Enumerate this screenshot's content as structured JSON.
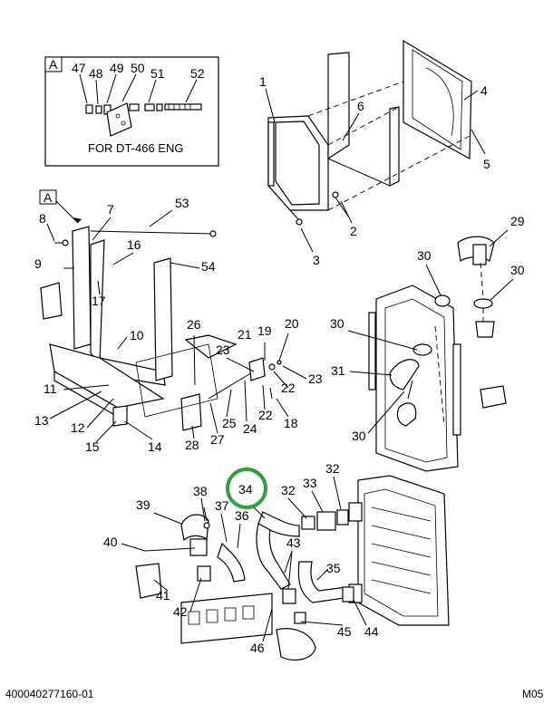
{
  "detail_box": {
    "view_letter": "A",
    "callouts": [
      "47",
      "48",
      "49",
      "50",
      "51",
      "52"
    ],
    "note": "FOR DT-466 ENG"
  },
  "main_view_letter": "A",
  "callouts": {
    "c1": "1",
    "c2": "2",
    "c3": "3",
    "c4": "4",
    "c5": "5",
    "c6": "6",
    "c7": "7",
    "c8": "8",
    "c9": "9",
    "c10": "10",
    "c11": "11",
    "c12": "12",
    "c13": "13",
    "c14": "14",
    "c15": "15",
    "c16": "16",
    "c17": "17",
    "c18": "18",
    "c19": "19",
    "c20": "20",
    "c21": "21",
    "c22a": "22",
    "c22b": "22",
    "c23a": "23",
    "c23b": "23",
    "c24": "24",
    "c25": "25",
    "c26": "26",
    "c27": "27",
    "c28": "28",
    "c29": "29",
    "c30a": "30",
    "c30b": "30",
    "c30c": "30",
    "c30d": "30",
    "c31": "31",
    "c32a": "32",
    "c32b": "32",
    "c33": "33",
    "c34": "34",
    "c35": "35",
    "c36": "36",
    "c37": "37",
    "c38": "38",
    "c39": "39",
    "c40": "40",
    "c41": "41",
    "c42": "42",
    "c43": "43",
    "c44": "44",
    "c45": "45",
    "c46": "46",
    "c53": "53",
    "c54": "54"
  },
  "highlighted_callout": "34",
  "highlight_color": "#2e9e3e",
  "footer": {
    "left": "400040277160-01",
    "right": "M05"
  }
}
